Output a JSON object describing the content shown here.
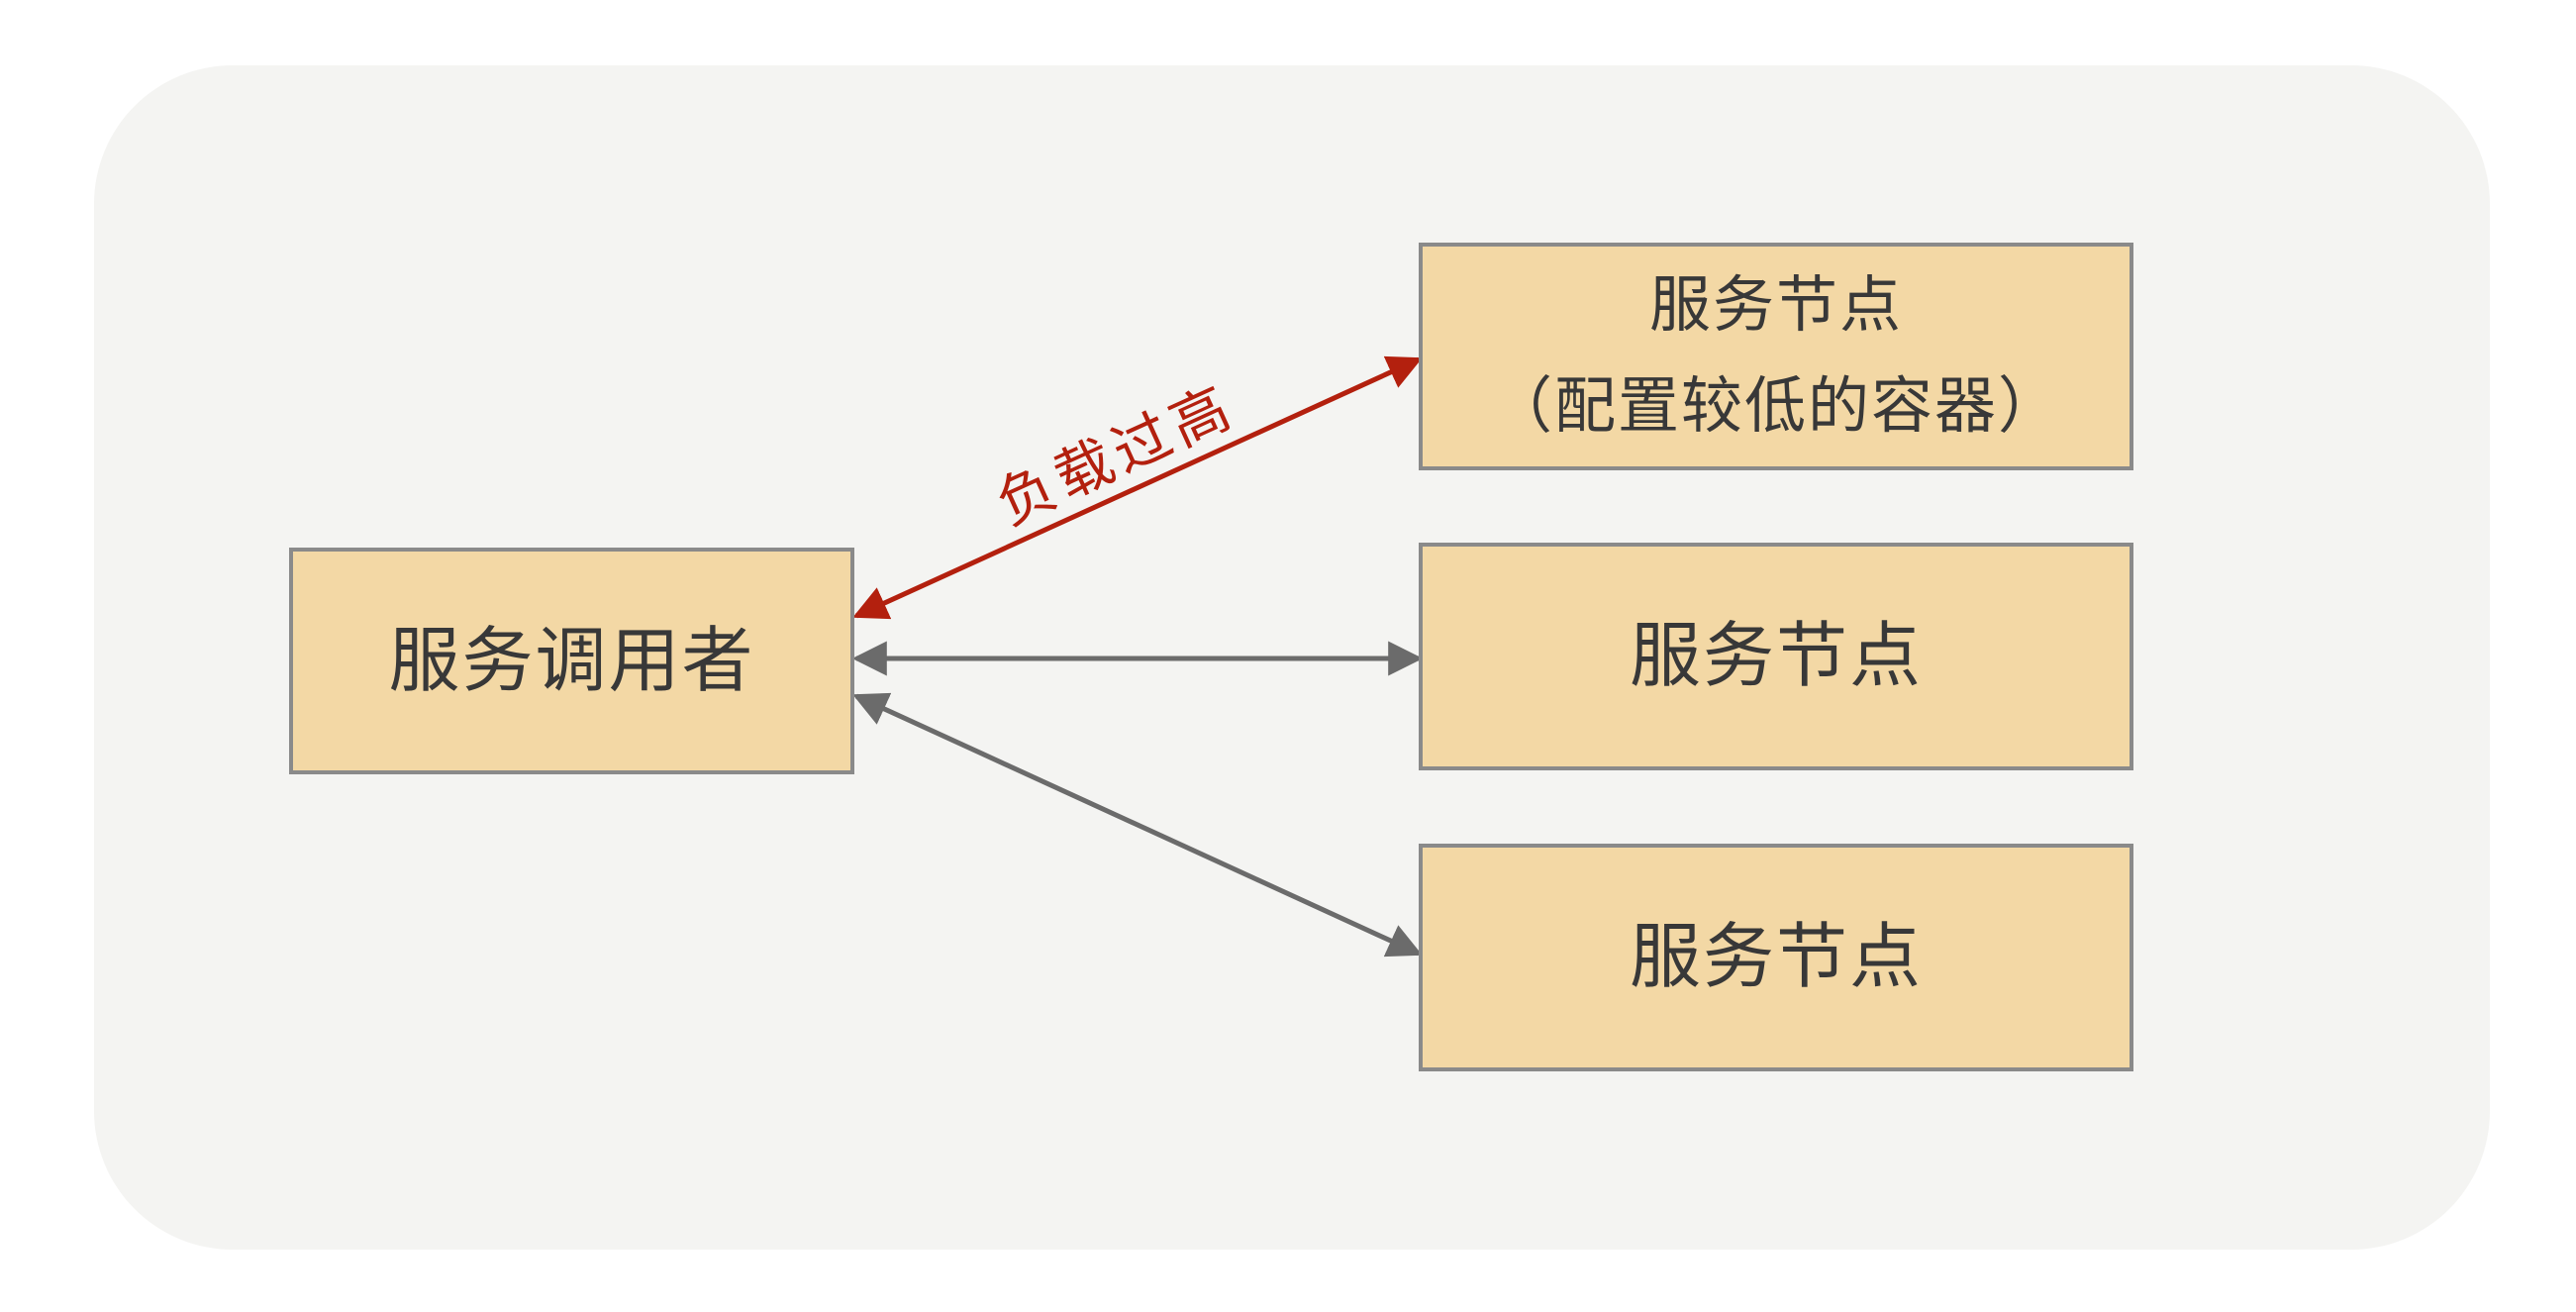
{
  "diagram": {
    "nodes": {
      "caller": {
        "label": "服务调用者"
      },
      "node_low_config": {
        "line1": "服务节点",
        "line2": "（配置较低的容器）"
      },
      "node_mid": {
        "label": "服务节点"
      },
      "node_bottom": {
        "label": "服务节点"
      }
    },
    "edges": {
      "overload": {
        "label": "负载过高",
        "style": "red-double-arrow"
      },
      "normal_mid": {
        "label": "",
        "style": "gray-double-arrow"
      },
      "normal_bottom": {
        "label": "",
        "style": "gray-double-arrow"
      }
    }
  },
  "theme": {
    "page-bg": "#ffffff",
    "canvas-bg": "#f4f4f2",
    "node-fill": "#f3d8a5",
    "node-border": "#8a8a8a",
    "node-text": "#383838",
    "edge-gray": "#6b6b6b",
    "edge-red": "#b3200e"
  }
}
